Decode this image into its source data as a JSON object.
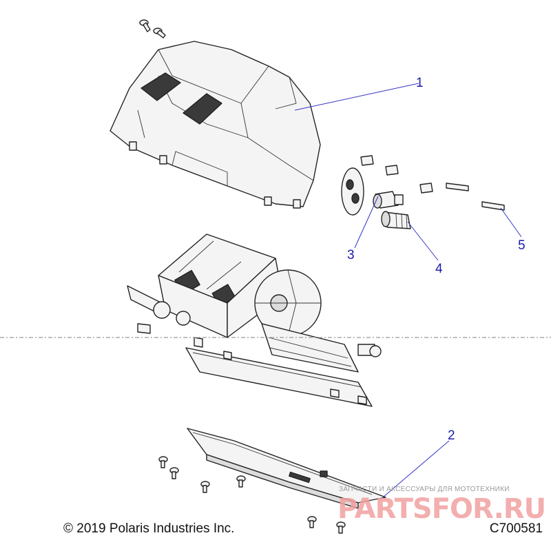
{
  "callouts": [
    {
      "label": "1"
    },
    {
      "label": "2"
    },
    {
      "label": "3"
    },
    {
      "label": "4"
    },
    {
      "label": "5"
    }
  ],
  "footer": {
    "copyright": "© 2019 Polaris Industries Inc.",
    "code": "C700581"
  },
  "watermark": {
    "tagline": "ЗАПЧАСТИ И АКСЕССУАРЫ ДЛЯ МОТОТЕХНИКИ",
    "logo": "PARTSFOR.RU"
  },
  "colors": {
    "callout": "#1a1aa8",
    "leader": "#3434c8",
    "ink": "#222222",
    "watermark": "#f2a0a0"
  }
}
